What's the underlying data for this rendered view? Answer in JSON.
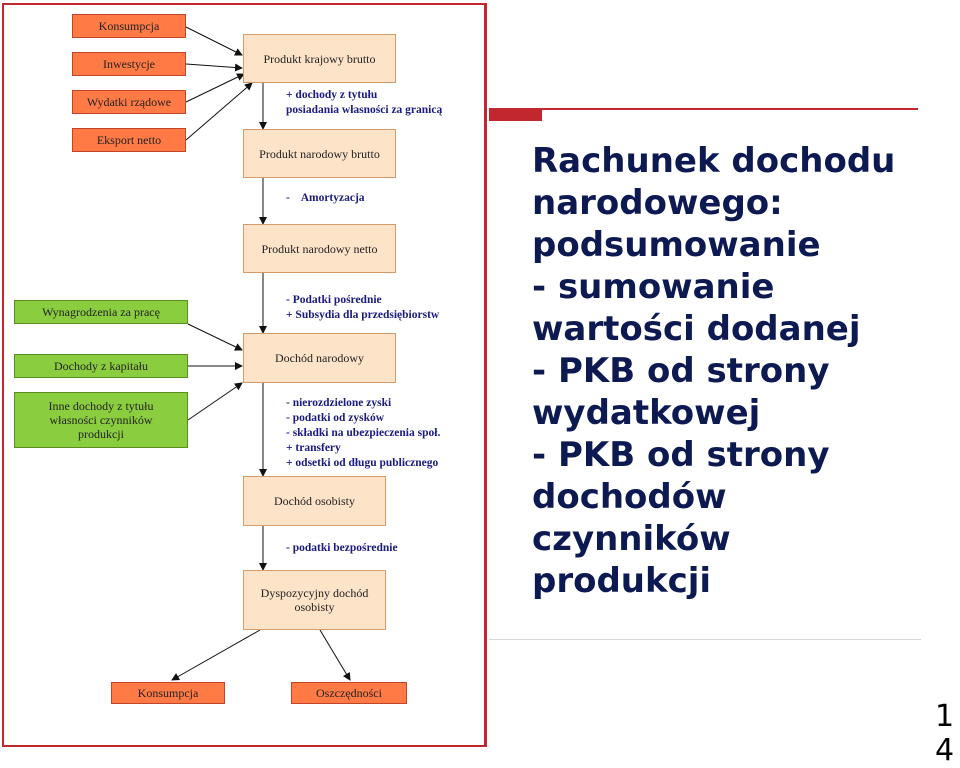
{
  "diagram": {
    "left_inputs": [
      "Konsumpcja",
      "Inwestycje",
      "Wydatki rządowe",
      "Eksport netto"
    ],
    "factor_inputs": [
      "Wynagrodzenia za pracę",
      "Dochody z kapitału",
      "Inne dochody z tytułu\nwłasności czynników\nprodukcji"
    ],
    "stages": {
      "pkb": "Produkt krajowy brutto",
      "pnb": "Produkt narodowy brutto",
      "pnn": "Produkt narodowy netto",
      "dn": "Dochód narodowy",
      "do": "Dochód osobisty",
      "ddo": "Dyspozycyjny dochód\nosobisty"
    },
    "adjustments": {
      "a1": "+ dochody z tytułu\nposiadania własności za granicą",
      "a2": "-    Amortyzacja",
      "a3": "- Podatki pośrednie\n+ Subsydia dla przedsiębiorstw",
      "a4": "- nierozdzielone zyski\n- podatki od zysków\n- składki na ubezpieczenia społ.\n+ transfery\n+ odsetki od długu publicznego",
      "a5": "- podatki bezpośrednie"
    },
    "outputs": [
      "Konsumpcja",
      "Oszczędności"
    ]
  },
  "slide": {
    "lines": [
      "Rachunek dochodu",
      "narodowego:",
      "podsumowanie",
      "- sumowanie",
      "wartości dodanej",
      "- PKB od strony",
      "wydatkowej",
      "- PKB od strony",
      "dochodów",
      "czynników",
      "produkcji"
    ],
    "page_number": "1\n4"
  },
  "colors": {
    "accent": "#c0282d",
    "title_text": "#0d1a52",
    "orange_box": "#ff7a45",
    "peach_box": "#fde3c8",
    "green_box": "#8acd3f",
    "note_text": "#1a1a80"
  }
}
